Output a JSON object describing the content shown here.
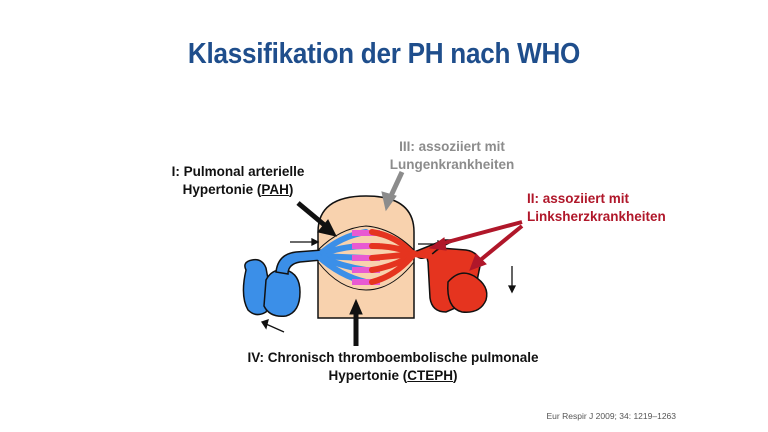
{
  "title": "Klassifikation der PH nach WHO",
  "labels": {
    "pah_line1": "I: Pulmonal arterielle",
    "pah_line2_prefix": "Hypertonie (",
    "pah_abbr": "PAH",
    "pah_line2_suffix": ")",
    "lung_line1": "III: assoziiert mit",
    "lung_line2": "Lungenkrankheiten",
    "heart_line1": "II: assoziiert mit",
    "heart_line2": "Linksherzkrankheiten",
    "cteph_line1": "IV: Chronisch thromboembolische pulmonale",
    "cteph_line2_prefix": "Hypertonie (",
    "cteph_abbr": "CTEPH",
    "cteph_line2_suffix": ")"
  },
  "reference": "Eur Respir J 2009; 34: 1219–1263",
  "colors": {
    "title": "#1f4e8c",
    "lung_label": "#8c8c8c",
    "heart_label": "#b0172a",
    "venous": "#3b8fe8",
    "arterial": "#e5341f",
    "lung_tissue": "#f8d2ae",
    "capillary": "#e85ad2"
  }
}
